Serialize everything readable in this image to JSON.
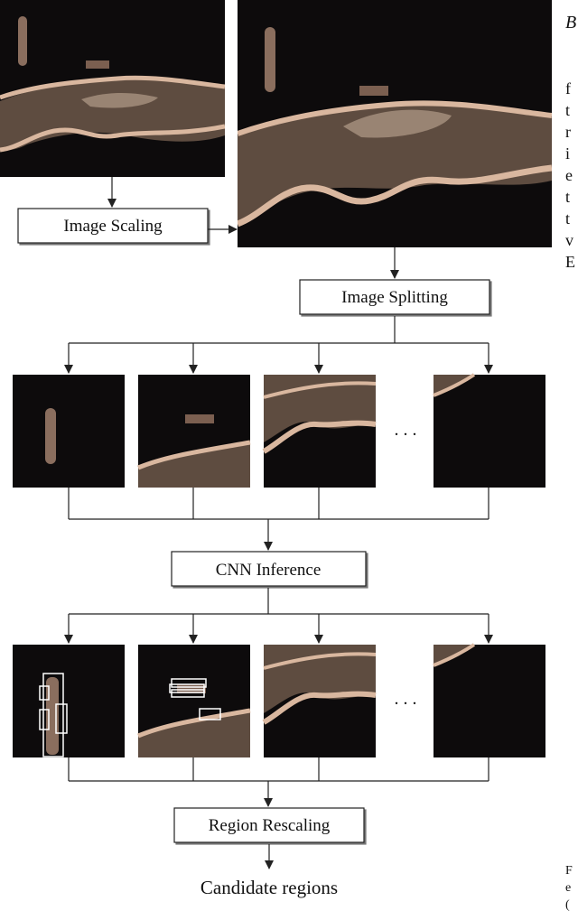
{
  "diagram": {
    "steps": {
      "scaling": "Image Scaling",
      "splitting": "Image Splitting",
      "inference": "CNN Inference",
      "rescaling": "Region Rescaling"
    },
    "output_label": "Candidate regions",
    "ellipsis": ". . .",
    "colors": {
      "tile_background": "#0d0b0c",
      "coastline": "#d9b79f",
      "land": "#6e5a4b",
      "ship": "#8a6e5e",
      "detection_box": "#ffffff",
      "stroke": "#222222"
    }
  },
  "side_text": {
    "heading": "B",
    "lines": [
      "f",
      "t",
      "r",
      "i",
      "e",
      "t",
      "t",
      "v",
      "E"
    ],
    "caption_lines": [
      "F",
      "e",
      "("
    ]
  }
}
